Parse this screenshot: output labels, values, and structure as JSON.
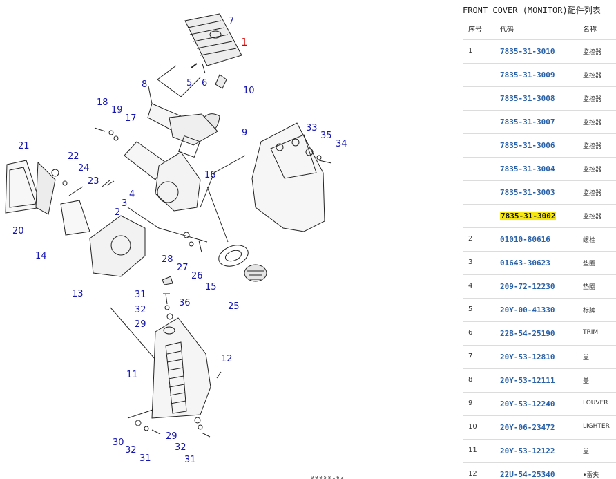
{
  "diagram": {
    "callouts": [
      "7",
      "1",
      "5",
      "6",
      "10",
      "8",
      "9",
      "18",
      "19",
      "17",
      "33",
      "35",
      "34",
      "21",
      "22",
      "24",
      "23",
      "16",
      "4",
      "3",
      "20",
      "2",
      "14",
      "28",
      "27",
      "26",
      "15",
      "13",
      "31",
      "36",
      "32",
      "29",
      "25",
      "12",
      "11",
      "30",
      "32",
      "31",
      "29",
      "32",
      "31"
    ],
    "doc_code": "00058163",
    "highlight_color": "#e00000",
    "callout_color": "#1515b0"
  },
  "panel": {
    "title": "FRONT COVER (MONITOR)配件列表",
    "headers": {
      "no": "序号",
      "code": "代码",
      "name": "名称"
    },
    "rows": [
      {
        "no": "1",
        "code": "7835-31-3010",
        "name": "监控器",
        "selected": false
      },
      {
        "no": "",
        "code": "7835-31-3009",
        "name": "监控器",
        "selected": false
      },
      {
        "no": "",
        "code": "7835-31-3008",
        "name": "监控器",
        "selected": false
      },
      {
        "no": "",
        "code": "7835-31-3007",
        "name": "监控器",
        "selected": false
      },
      {
        "no": "",
        "code": "7835-31-3006",
        "name": "监控器",
        "selected": false
      },
      {
        "no": "",
        "code": "7835-31-3004",
        "name": "监控器",
        "selected": false
      },
      {
        "no": "",
        "code": "7835-31-3003",
        "name": "监控器",
        "selected": false
      },
      {
        "no": "",
        "code": "7835-31-3002",
        "name": "监控器",
        "selected": true
      },
      {
        "no": "2",
        "code": "01010-80616",
        "name": "螺栓",
        "selected": false
      },
      {
        "no": "3",
        "code": "01643-30623",
        "name": "垫圈",
        "selected": false
      },
      {
        "no": "4",
        "code": "209-72-12230",
        "name": "垫圈",
        "selected": false
      },
      {
        "no": "5",
        "code": "20Y-00-41330",
        "name": "标牌",
        "selected": false
      },
      {
        "no": "6",
        "code": "22B-54-25190",
        "name": "TRIM",
        "selected": false
      },
      {
        "no": "7",
        "code": "20Y-53-12810",
        "name": "盖",
        "selected": false
      },
      {
        "no": "8",
        "code": "20Y-53-12111",
        "name": "盖",
        "selected": false
      },
      {
        "no": "9",
        "code": "20Y-53-12240",
        "name": "LOUVER",
        "selected": false
      },
      {
        "no": "10",
        "code": "20Y-06-23472",
        "name": "LIGHTER",
        "selected": false
      },
      {
        "no": "11",
        "code": "20Y-53-12122",
        "name": "盖",
        "selected": false
      },
      {
        "no": "12",
        "code": "22U-54-25340",
        "name": "•雷夹",
        "selected": false
      }
    ]
  }
}
